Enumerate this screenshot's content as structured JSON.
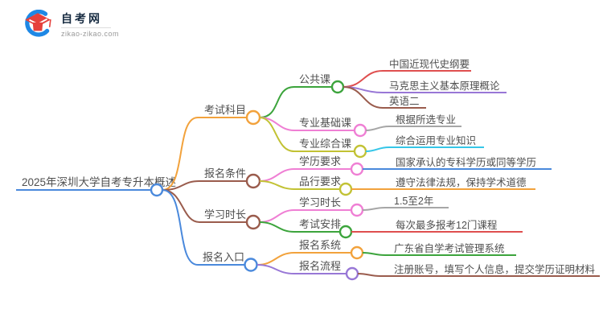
{
  "logo": {
    "title": "自考网",
    "domain": "zikao-zikao.com"
  },
  "palette": {
    "orange": "#f2a23c",
    "brown": "#9a5c4d",
    "blue": "#4a89dc",
    "green": "#3ca43c",
    "pink": "#ef7fd4",
    "yellow": "#c2c234",
    "red": "#df4f4f",
    "purple": "#9877d6",
    "gray": "#a6a6a6",
    "cyan": "#35c6e8",
    "logoBlue": "#1e88e5",
    "logoRed": "#e5413d"
  },
  "mindmap": {
    "root": "2025年深圳大学自考专升本概述",
    "branches": [
      {
        "label": "考试科目",
        "children": [
          {
            "label": "公共课",
            "children": [
              {
                "label": "中国近现代史纲要"
              },
              {
                "label": "马克思主义基本原理概论"
              },
              {
                "label": "英语二"
              }
            ]
          },
          {
            "label": "专业基础课",
            "children": [
              {
                "label": "根据所选专业"
              }
            ]
          },
          {
            "label": "专业综合课",
            "children": [
              {
                "label": "综合运用专业知识"
              }
            ]
          }
        ]
      },
      {
        "label": "报名条件",
        "children": [
          {
            "label": "学历要求",
            "children": [
              {
                "label": "国家承认的专科学历或同等学历"
              }
            ]
          },
          {
            "label": "品行要求",
            "children": [
              {
                "label": "遵守法律法规，保持学术道德"
              }
            ]
          }
        ]
      },
      {
        "label": "学习时长",
        "children": [
          {
            "label": "学习时长",
            "children": [
              {
                "label": "1.5至2年"
              }
            ]
          },
          {
            "label": "考试安排",
            "children": [
              {
                "label": "每次最多报考12门课程"
              }
            ]
          }
        ]
      },
      {
        "label": "报名入口",
        "children": [
          {
            "label": "报名系统",
            "children": [
              {
                "label": "广东省自学考试管理系统"
              }
            ]
          },
          {
            "label": "报名流程",
            "children": [
              {
                "label": "注册账号，填写个人信息，提交学历证明材料"
              }
            ]
          }
        ]
      }
    ]
  }
}
